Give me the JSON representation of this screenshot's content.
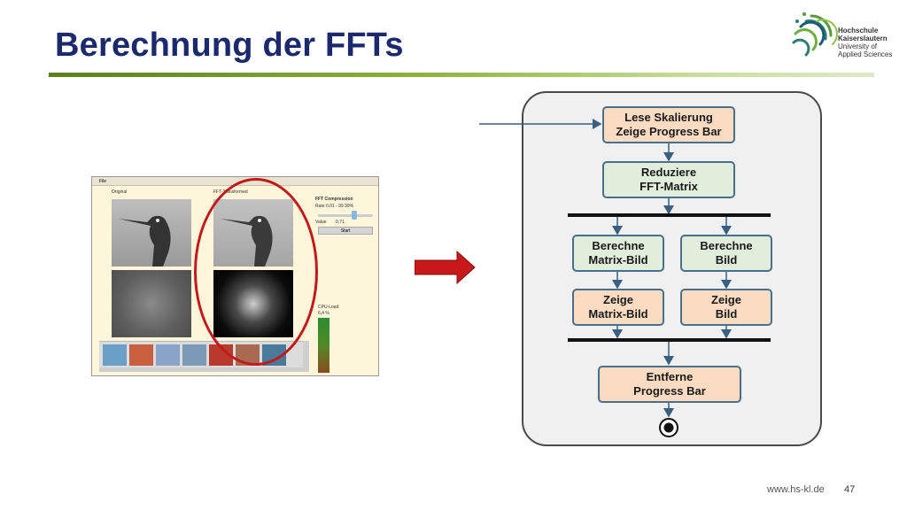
{
  "slide": {
    "title": "Berechnung der FFTs",
    "footer_url": "www.hs-kl.de",
    "page_number": "47"
  },
  "logo": {
    "lines": [
      "Hochschule",
      "Kaiserslautern",
      "University of",
      "Applied Sciences"
    ]
  },
  "app": {
    "menu": "File",
    "label_original": "Original",
    "label_fft": "FFT-Transformed",
    "compression_title": "FFT Compression",
    "rate_label": "Rate 0.01 - 99.99%",
    "value_label": "Value",
    "value": "0,71",
    "start_label": "Start",
    "cpu_label": "CPU-Load",
    "cpu_value": "6,4 %"
  },
  "diagram": {
    "nodes": {
      "lese": {
        "line1": "Lese Skalierung",
        "line2": "Zeige Progress Bar"
      },
      "reduziere": {
        "line1": "Reduziere",
        "line2": "FFT-Matrix"
      },
      "berechne_matrix": {
        "line1": "Berechne",
        "line2": "Matrix-Bild"
      },
      "berechne_bild": {
        "line1": "Berechne",
        "line2": "Bild"
      },
      "zeige_matrix": {
        "line1": "Zeige",
        "line2": "Matrix-Bild"
      },
      "zeige_bild": {
        "line1": "Zeige",
        "line2": "Bild"
      },
      "entferne": {
        "line1": "Entferne",
        "line2": "Progress Bar"
      }
    }
  },
  "colors": {
    "title": "#1a2a6c",
    "action_orange": "#fbdcc3",
    "action_green": "#e2eedc",
    "node_border": "#4a6f8a",
    "highlight_red": "#c11a1a"
  }
}
